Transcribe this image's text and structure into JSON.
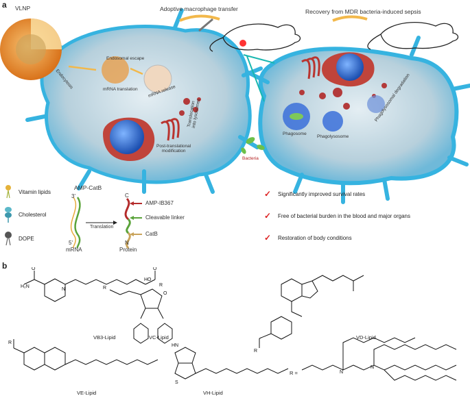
{
  "panels": {
    "a": "a",
    "b": "b"
  },
  "top": {
    "vlnp": "VLNP",
    "adoptive": "Adoptive macrophage transfer",
    "recovery": "Recovery from MDR bacteria-induced sepsis"
  },
  "cell_left": {
    "endocytosis": "Endocytosis",
    "endosomal_escape": "Endosomal escape",
    "mrna_translation": "mRNA translation",
    "mrna_release": "mRNA release",
    "translocation": "Translocation\ninto lysosomes",
    "post_translational": "Post-translational\nmodification"
  },
  "cell_right": {
    "phagosome": "Phagosome",
    "phagolysosome": "Phagolysosome",
    "degradation": "Phagolysosomal degradation",
    "bacteria": "Bacteria"
  },
  "legend": {
    "vitamin": "Vitamin lipids",
    "cholesterol": "Cholesterol",
    "dope": "DOPE"
  },
  "construct": {
    "title": "AMP-CatB",
    "three_prime": "3'",
    "five_prime": "5'",
    "mrna": "mRNA",
    "translation": "Translation",
    "c": "C",
    "n": "N",
    "protein": "Protein",
    "amp": "AMP-IB367",
    "linker": "Cleavable linker",
    "catb": "CatB"
  },
  "benefits": [
    "Significantly improved survival rates",
    "Free of bacterial burden in the blood and major organs",
    "Restoration of body conditions"
  ],
  "lipids": {
    "b3": "VB3-Lipid",
    "c": "VC-Lipid",
    "d": "VD-Lipid",
    "e": "VE-Lipid",
    "h": "VH-Lipid",
    "r_label": "R ="
  },
  "colors": {
    "cell_fill": "#a9c8d6",
    "cell_edge": "#2aa9d6",
    "nucleus": "#2b6fd4",
    "check": "#dd2222",
    "vlnp": "#e8892b"
  }
}
